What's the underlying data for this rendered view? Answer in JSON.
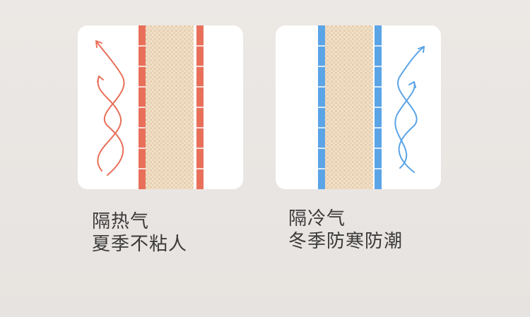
{
  "colors": {
    "background": "#e9e5e2",
    "card": "#ffffff",
    "fabric": "#f0dcc2",
    "warm_accent": "#e8705a",
    "cool_accent": "#5ba4e6",
    "text": "#3a3a3a"
  },
  "panels": [
    {
      "icon": "heat-wave-arrows-icon",
      "line1": "隔热气",
      "line2": "夏季不粘人"
    },
    {
      "icon": "cold-wave-arrows-icon",
      "line1": "隔冷气",
      "line2": "冬季防寒防潮"
    }
  ]
}
